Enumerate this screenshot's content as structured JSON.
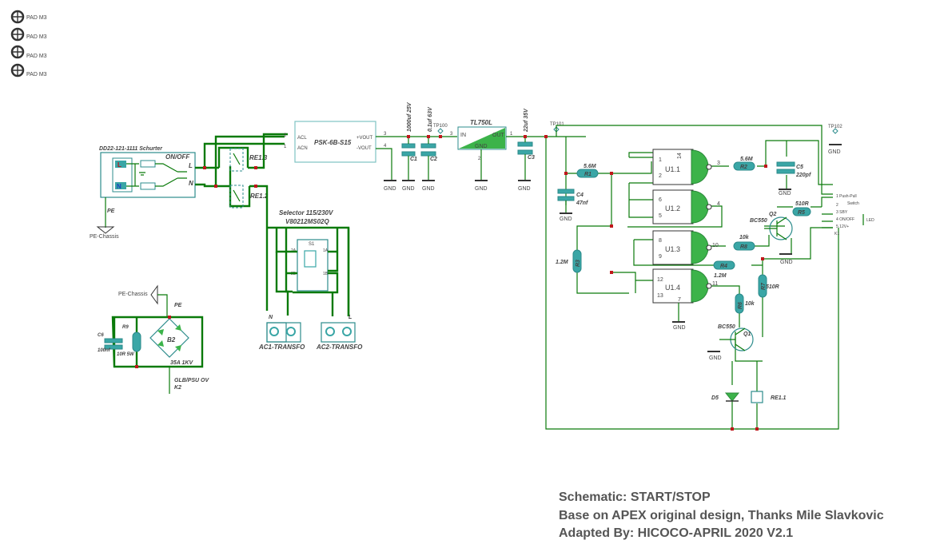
{
  "pads": [
    "PAD M3",
    "PAD M3",
    "PAD M3",
    "PAD M3"
  ],
  "inlet": {
    "part": "DD22-121-1111 Schurter",
    "switch": "ON/OFF",
    "l": "L",
    "n": "N",
    "pe": "PE",
    "chassis": "PE-Chassis"
  },
  "relays": {
    "re13": "RE1.3",
    "re12": "RE1.2",
    "re11": "RE1.1"
  },
  "psu": {
    "name": "PSK-6B-S15",
    "acl": "ACL",
    "acn": "ACN",
    "vout_p": "+VOUT",
    "vout_n": "-VOUT",
    "pin2": "2",
    "pin1": "1",
    "pin3": "3",
    "pin4": "4"
  },
  "caps": {
    "c1_val": "1000uf 25V",
    "c1": "C1",
    "c2_val": "0.1uf 63V",
    "c2": "C2",
    "c3_val": "22uf 35V",
    "c3": "C3",
    "c4": "C4",
    "c4_val": "47nf",
    "c5": "C5",
    "c5_val": "220pf",
    "c6": "C6",
    "c6_val": "100nf"
  },
  "testpoints": {
    "tp100": "TP100",
    "tp101": "TP101",
    "tp102": "TP102"
  },
  "regulator": {
    "name": "TL750L",
    "in": "IN",
    "out": "OUT",
    "gnd": "GND",
    "p3": "3",
    "p1": "1",
    "p2": "2"
  },
  "gnd": "GND",
  "selector": {
    "title": "Selector 115/230V",
    "part": "V80212MS02Q",
    "s1": "S1",
    "pins": [
      "2A",
      "1A",
      "2B",
      "1B"
    ]
  },
  "transfo": {
    "ac1": "AC1-TRANSFO",
    "ac2": "AC2-TRANSFO",
    "n": "N",
    "l": "L"
  },
  "resistors": {
    "r1": "R1",
    "r1_val": "5.6M",
    "r2": "R2",
    "r2_val": "5.6M",
    "r3": "R3",
    "r3_val": "1.2M",
    "r4": "R4",
    "r4_val": "1.2M",
    "r5": "R5",
    "r5_val": "510R",
    "r6": "R6",
    "r6_val": "10k",
    "r7": "R7",
    "r7_val": "510R",
    "r8": "R8",
    "r8_val": "10k",
    "r9": "R9",
    "r9_val": "10R 5W"
  },
  "gates": {
    "u11": "U1.1",
    "u12": "U1.2",
    "u13": "U1.3",
    "u14": "U1.4",
    "u11_pins": [
      "1",
      "2",
      "3",
      "14"
    ],
    "u12_pins": [
      "6",
      "5",
      "4"
    ],
    "u13_pins": [
      "8",
      "9",
      "10"
    ],
    "u14_pins": [
      "12",
      "13",
      "11",
      "7"
    ]
  },
  "transistors": {
    "q1": "Q1",
    "q1_type": "BC550",
    "q2": "Q2",
    "q2_type": "BC550"
  },
  "diode": "D5",
  "bridge": {
    "name": "B2",
    "rating": "35A 1KV",
    "pe": "PE",
    "chassis": "PE-Chassis"
  },
  "k2": {
    "label": "GLB/PSU OV",
    "name": "K2"
  },
  "k1": {
    "name": "K1",
    "pins": [
      "1 Push-Pull",
      "Switch",
      "2",
      "3 SBY",
      "4 ON/OFF",
      "5 12V+"
    ],
    "led": "LED"
  },
  "footer": {
    "line1": "Schematic: START/STOP",
    "line2": "Base on APEX original design, Thanks Mile Slavkovic",
    "line3": "Adapted By: HICOCO-APRIL 2020 V2.1"
  }
}
